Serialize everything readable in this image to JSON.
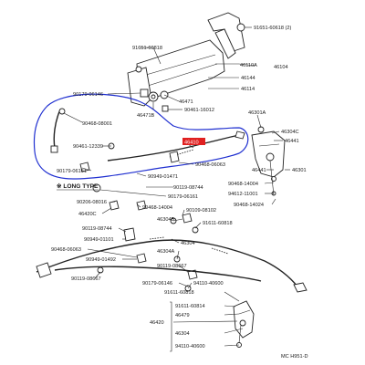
{
  "colors": {
    "ink": "#222222",
    "annotation_blue": "#1f2fd0",
    "highlight_red": "#e02020"
  },
  "labels": {
    "p91651_60618_2": "91651-60618 (2)",
    "p91651_60818": "91651-60818",
    "p46110A": "46110A",
    "p46104": "46104",
    "p46144": "46144",
    "p46114": "46114",
    "p90179_06146": "90179-06146",
    "p46471": "46471",
    "p46471B": "46471B",
    "p90461_16012": "90461-16012",
    "p90468_08001": "90468-08001",
    "p46301A": "46301A",
    "p46304C": "46304C",
    "p46441": "46441",
    "p90461_12339": "90461-12339",
    "p46410": "46410",
    "p90468_06063": "90468-06063",
    "p46441b": "46441",
    "p46301": "46301",
    "p90179_06161": "90179-06161",
    "p90949_01471": "90949-01471",
    "p90468_14004_r": "90468-14004",
    "p90119_08744": "90119-08744",
    "p94612_11001": "94612-11001",
    "p90179_06161b": "90179-06161",
    "p90468_14024": "90468-14024",
    "long_type": "LONG TYPE",
    "p90206_08016": "90206-08016",
    "p90468_14004": "90468-14004",
    "p90109_08102": "90109-08102",
    "p46420C": "46420C",
    "p46304B": "46304B",
    "p91611_60818": "91611-60818",
    "p90119_08744b": "90119-08744",
    "p46304": "46304",
    "p90949_01101": "90949-01101",
    "p90468_06063b": "90468-06063",
    "p46304A": "46304A",
    "p90949_01492": "90949-01492",
    "p90119_08667": "90119-08667",
    "p90179_06146b": "90179-06146",
    "p94110_40600": "94110-40600",
    "p91611_60814": "91611-60814",
    "p46479": "46479",
    "p46420": "46420",
    "p94110_40600b": "94110-40600",
    "p91611_60818b": "91611-60818",
    "footer_code": "MC H951-D"
  }
}
